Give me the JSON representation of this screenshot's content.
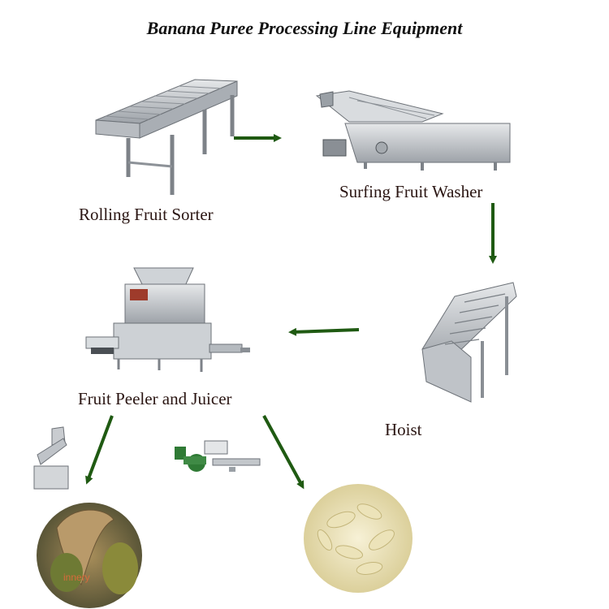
{
  "title": "Banana Puree Processing Line Equipment",
  "stages": {
    "sorter": "Rolling Fruit Sorter",
    "washer": "Surfing Fruit Washer",
    "hoist": "Hoist",
    "peeler": "Fruit Peeler and Juicer"
  },
  "watermark": "innery",
  "colors": {
    "arrow": "#1f5a12",
    "steel": "#c9ccd0",
    "steel_dark": "#7d8288",
    "label": "#2a1512"
  }
}
